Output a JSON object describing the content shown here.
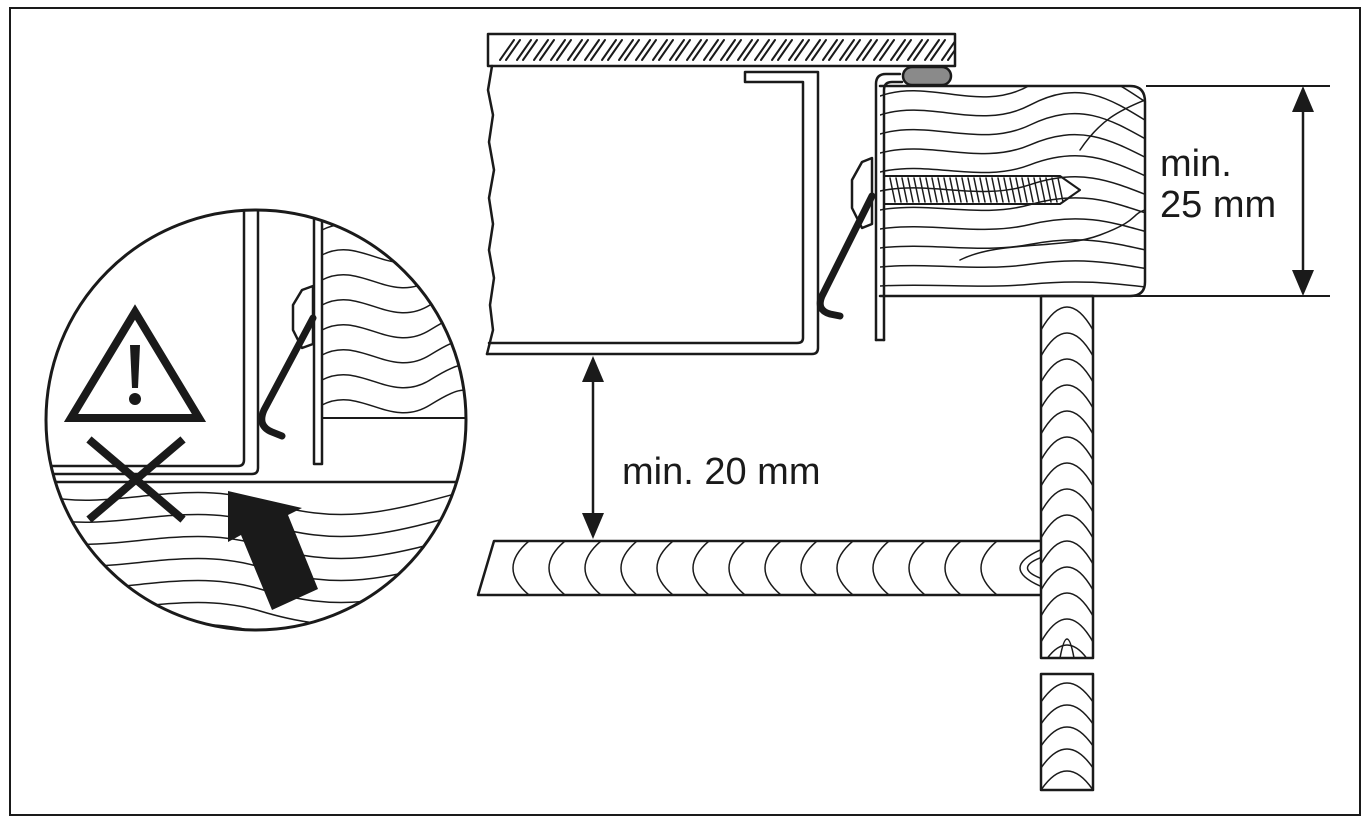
{
  "labels": {
    "min_25_line1": "min.",
    "min_25_line2": "25 mm",
    "min_20": "min. 20 mm"
  },
  "icons": [
    "warning-triangle-icon",
    "cross-icon",
    "arrow-icon",
    "screw-icon",
    "seal-icon"
  ],
  "colors": {
    "line": "#1a1a1a",
    "seal": "#8a8a8a",
    "background": "#ffffff"
  }
}
